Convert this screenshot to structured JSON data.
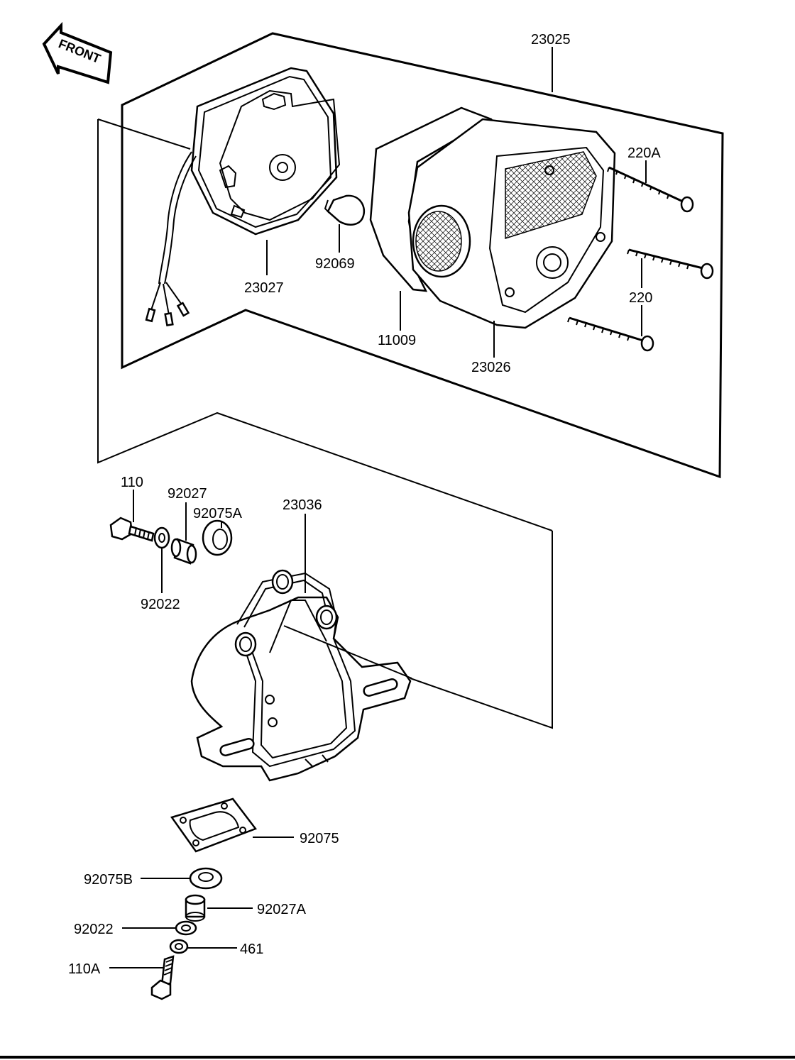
{
  "diagram": {
    "front_label": "FRONT",
    "labels": {
      "p23025": "23025",
      "p23027": "23027",
      "p92069": "92069",
      "p11009": "11009",
      "p23026": "23026",
      "p220A": "220A",
      "p220": "220",
      "p110": "110",
      "p92027": "92027",
      "p92075A": "92075A",
      "p23036": "23036",
      "p92022": "92022",
      "p92075": "92075",
      "p92075B": "92075B",
      "p92027A": "92027A",
      "p92022b": "92022",
      "p461": "461",
      "p110A": "110A"
    }
  }
}
